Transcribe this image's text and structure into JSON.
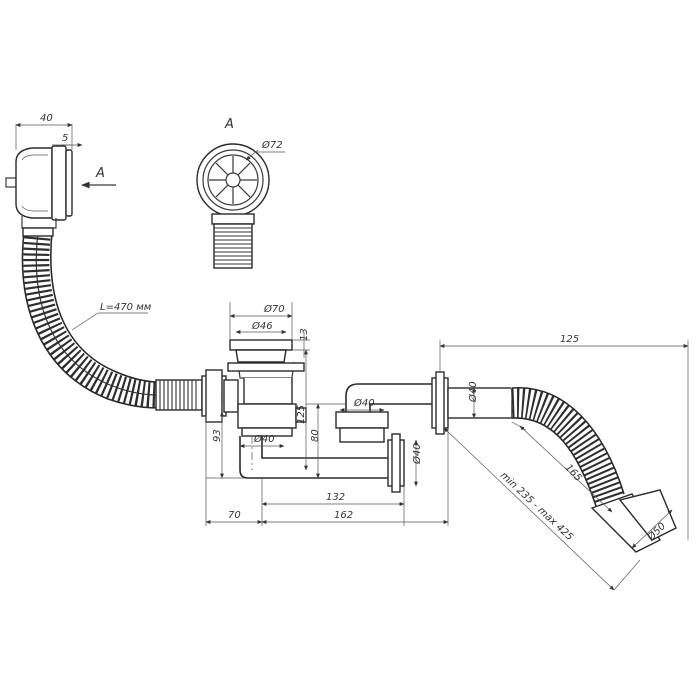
{
  "view_label": "A",
  "arrow_label": "A",
  "hose_length": "L=470 мм",
  "dims": {
    "d40_top": "40",
    "d5_top": "5",
    "d72": "Ø72",
    "d70": "Ø70",
    "d46": "Ø46",
    "d13": "13",
    "d125_v": "125",
    "d93": "93",
    "d80": "80",
    "d40_trap": "Ø40",
    "d40_mid": "Ø40",
    "d40_outlet": "Ø40",
    "d40_right": "Ø40",
    "d132": "132",
    "d70_bottom": "70",
    "d162": "162",
    "d125_top": "125",
    "d165": "165",
    "d_range": "min 235 - max 425",
    "d50": "Ø50"
  }
}
